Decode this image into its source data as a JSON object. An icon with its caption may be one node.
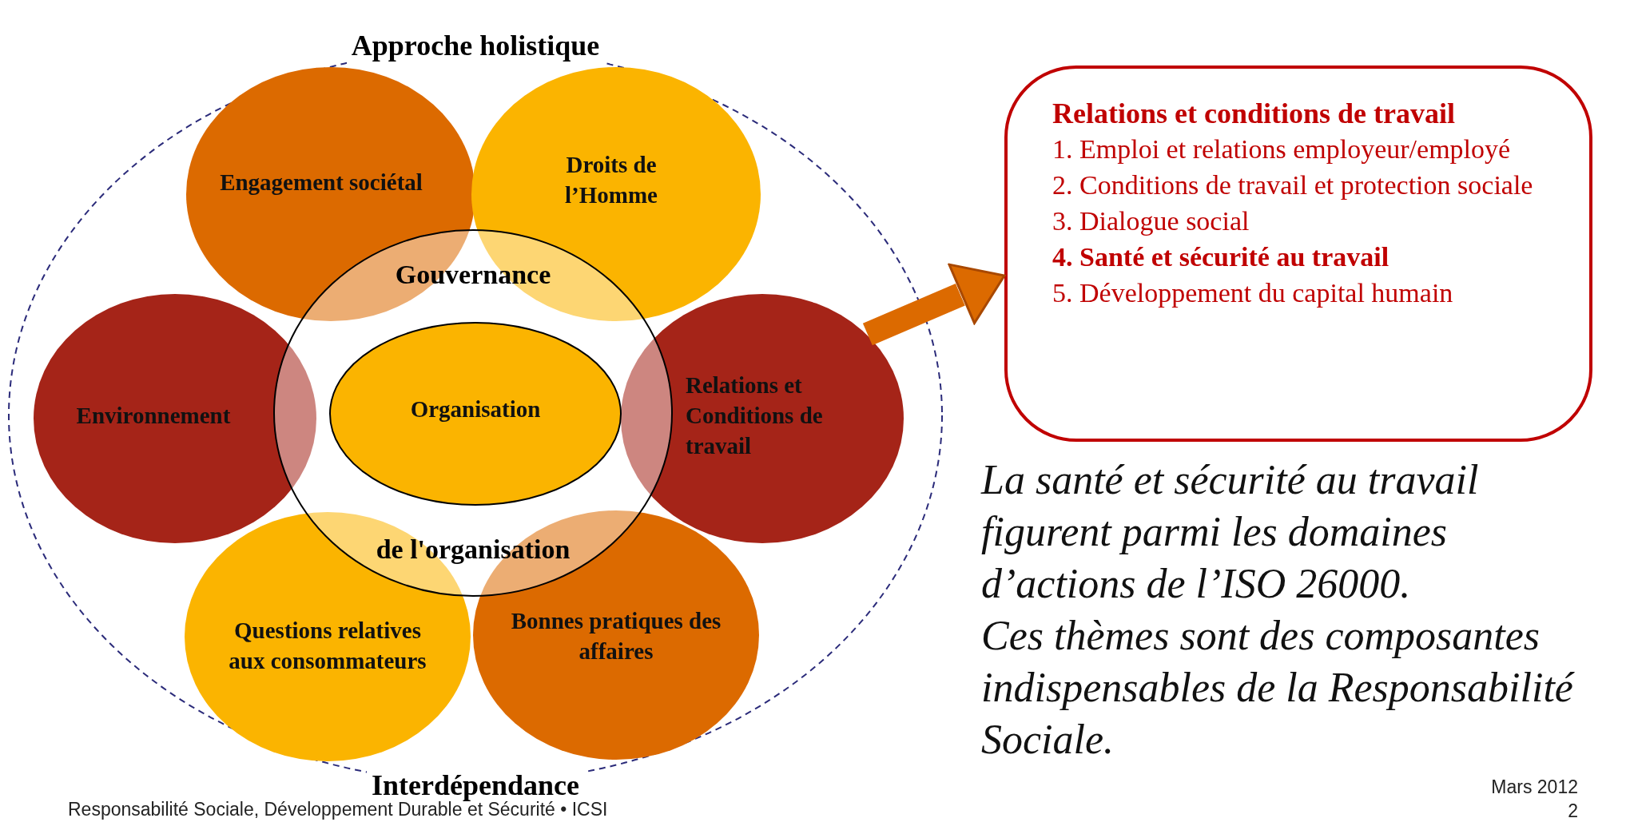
{
  "diagram": {
    "nodes": [
      {
        "text": [
          "Approche holistique",
          "Interdépendance"
        ]
      },
      {
        "text": [
          "Engagement sociétal"
        ],
        "in": 0
      },
      {
        "text": [
          "Droits de l’Homme"
        ],
        "in": 0
      },
      {
        "text": [
          "Environnement"
        ],
        "in": 0
      },
      {
        "text": [
          "Gouvernance",
          "de l'organisation"
        ],
        "in": 0
      },
      {
        "text": [
          "Organisation"
        ],
        "in": 4
      },
      {
        "text": [
          "Relations et Conditions de travail"
        ],
        "in": 0
      },
      {
        "text": [
          "Questions relatives aux consommateurs"
        ],
        "in": 0
      },
      {
        "text": [
          "Bonnes pratiques des affaires"
        ],
        "in": 0
      },
      {
        "text": [
          "Relations et conditions de travail",
          "1. Emploi et relations employeur/employé",
          "2. Conditions de travail et protection sociale",
          "3. Dialogue social",
          "**4. Santé et sécurité au travail**",
          "5. Développement du capital humain"
        ]
      }
    ],
    "edges": [
      {
        "from": 6,
        "to": 9,
        "arrow": "to"
      }
    ],
    "labels": [
      "La santé et sécurité au travail figurent parmi les domaines d’actions de l’ISO 26000.",
      "Ces thèmes sont des composantes indispensables de la Responsabilité Sociale.",
      "Responsabilité Sociale, Développement Durable et Sécurité • ICSI",
      "Mars 2012",
      "2"
    ]
  }
}
